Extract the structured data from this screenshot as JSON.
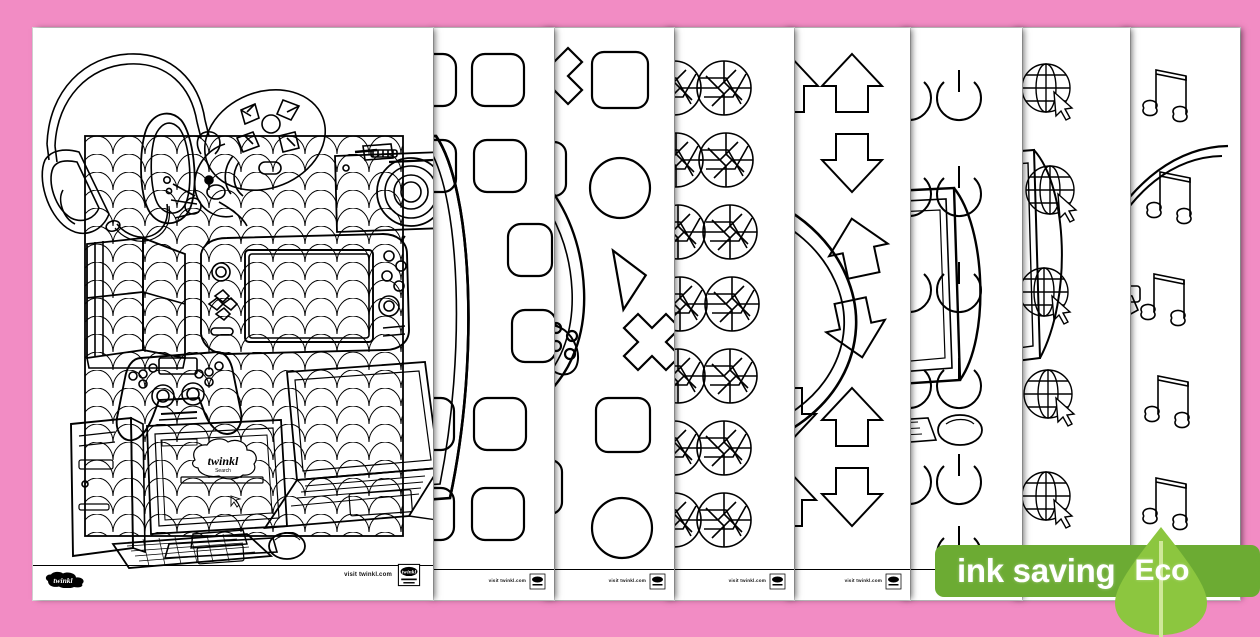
{
  "document": {
    "kind": "printable-colouring-sheets-preview",
    "sheet_count": 8,
    "background_color": "#f28cc4",
    "paper_color": "#ffffff",
    "line_color": "#000000"
  },
  "footer": {
    "brand_label": "twinkl",
    "url_label": "visit twinkl.com",
    "badge_label": "twinkl"
  },
  "eco_badge": {
    "text": "ink saving",
    "leaf_text": "Eco",
    "bar_color": "#6cab33",
    "leaf_color": "#8cc63f",
    "text_color": "#ffffff"
  },
  "sheets": [
    {
      "id": "sheet-1",
      "title": "Technology Scene",
      "pattern": "fish-scale",
      "pattern_label": "scallop-pattern",
      "subjects": [
        "headphones-with-microphone",
        "computer-mouse",
        "dslr-camera",
        "games-console",
        "handheld-console",
        "game-controller",
        "laptop",
        "desktop-tower",
        "monitor",
        "keyboard",
        "mouse"
      ],
      "screen_logo": "twinkl",
      "screen_logo_sub": "Search"
    },
    {
      "id": "sheet-2",
      "title": "Tablet",
      "pattern": "rounded-squares",
      "pattern_label": "app-icon-pattern",
      "subjects": [
        "tablet"
      ]
    },
    {
      "id": "sheet-3",
      "title": "Controller",
      "pattern": "square-circle-cross",
      "pattern_label": "controller-button-pattern",
      "subjects": [
        "game-controller"
      ]
    },
    {
      "id": "sheet-4",
      "title": "Camera",
      "pattern": "camera-aperture",
      "pattern_label": "aperture-pattern",
      "subjects": [
        "dslr-camera"
      ]
    },
    {
      "id": "sheet-5",
      "title": "Arrows",
      "pattern": "up-down-arrows",
      "pattern_label": "arrow-pattern",
      "subjects": [
        "circle-outline"
      ]
    },
    {
      "id": "sheet-6",
      "title": "Computer",
      "pattern": "power-symbols",
      "pattern_label": "power-button-pattern",
      "subjects": [
        "monitor",
        "keyboard",
        "mouse"
      ]
    },
    {
      "id": "sheet-7",
      "title": "Internet",
      "pattern": "globe-with-cursor",
      "pattern_label": "globe-cursor-pattern",
      "subjects": [
        "monitor"
      ]
    },
    {
      "id": "sheet-8",
      "title": "Music",
      "pattern": "beamed-quavers",
      "pattern_label": "music-note-pattern",
      "subjects": [
        "headphones"
      ]
    }
  ]
}
